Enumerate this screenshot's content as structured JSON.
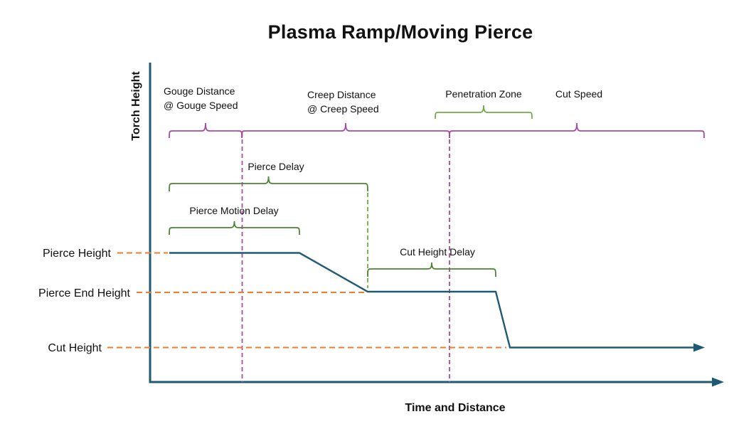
{
  "title": "Plasma Ramp/Moving Pierce",
  "axes": {
    "y_label": "Torch Height",
    "x_label": "Time and Distance"
  },
  "top_segments": {
    "gouge": {
      "line1": "Gouge Distance",
      "line2": "@ Gouge Speed"
    },
    "creep": {
      "line1": "Creep Distance",
      "line2": "@ Creep Speed"
    },
    "penetration": {
      "label": "Penetration Zone"
    },
    "cut_speed": {
      "label": "Cut Speed"
    }
  },
  "delay_braces": {
    "pierce_delay": "Pierce Delay",
    "pierce_motion_delay": "Pierce Motion Delay",
    "cut_height_delay": "Cut Height Delay"
  },
  "height_levels": {
    "pierce_height": "Pierce Height",
    "pierce_end_height": "Pierce End Height",
    "cut_height": "Cut Height"
  },
  "colors": {
    "axis": "#1E5A74",
    "curve": "#1E5A74",
    "purple": "#A64D9F",
    "green-light": "#70AD47",
    "green-dark": "#4C8436",
    "orange": "#ED7D31",
    "text": "#111111"
  }
}
